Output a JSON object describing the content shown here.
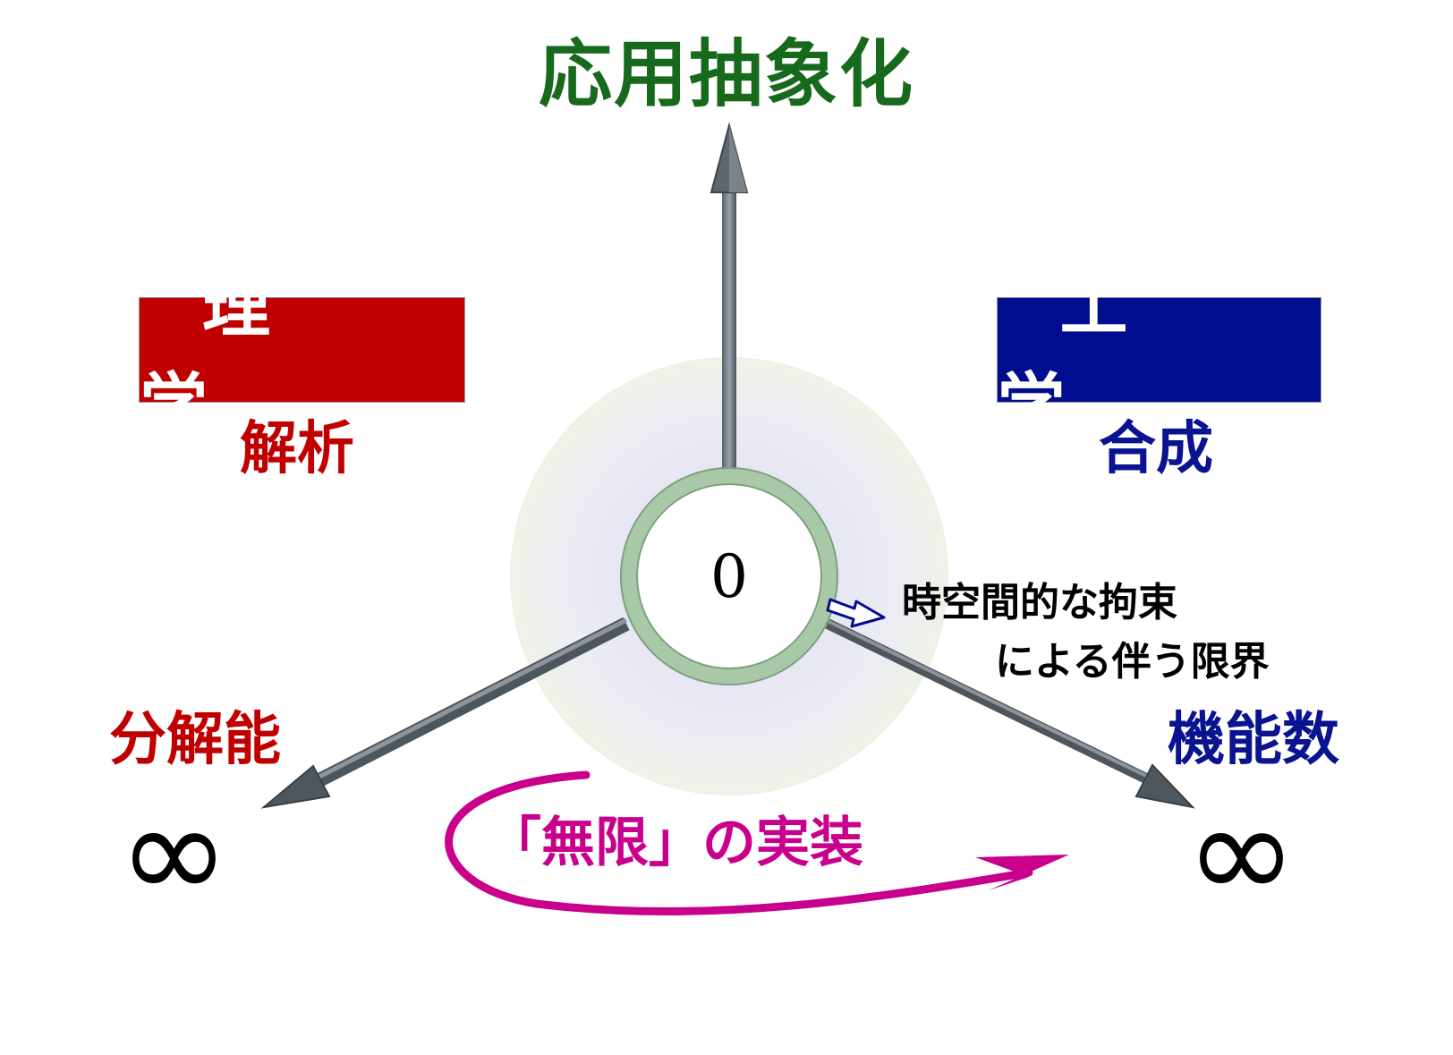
{
  "top_axis": {
    "label": "応用抽象化",
    "color": "#17691c"
  },
  "science": {
    "box_label": "理　学",
    "box_color": "#c00000",
    "sub_label": "解析",
    "text_color": "#c00000"
  },
  "engineering": {
    "box_label": "工　学",
    "box_color": "#000d8f",
    "sub_label": "合成",
    "text_color": "#0a1490"
  },
  "center": {
    "label": "0"
  },
  "constraint": {
    "line1": "時空間的な拘束",
    "line2": "による伴う限界"
  },
  "left_axis": {
    "label": "分解能",
    "end": "∞",
    "color": "#c00000"
  },
  "right_axis": {
    "label": "機能数",
    "end": "∞",
    "color": "#0a1490"
  },
  "curve": {
    "label": "「無限」の実装",
    "color": "#c8008c"
  }
}
